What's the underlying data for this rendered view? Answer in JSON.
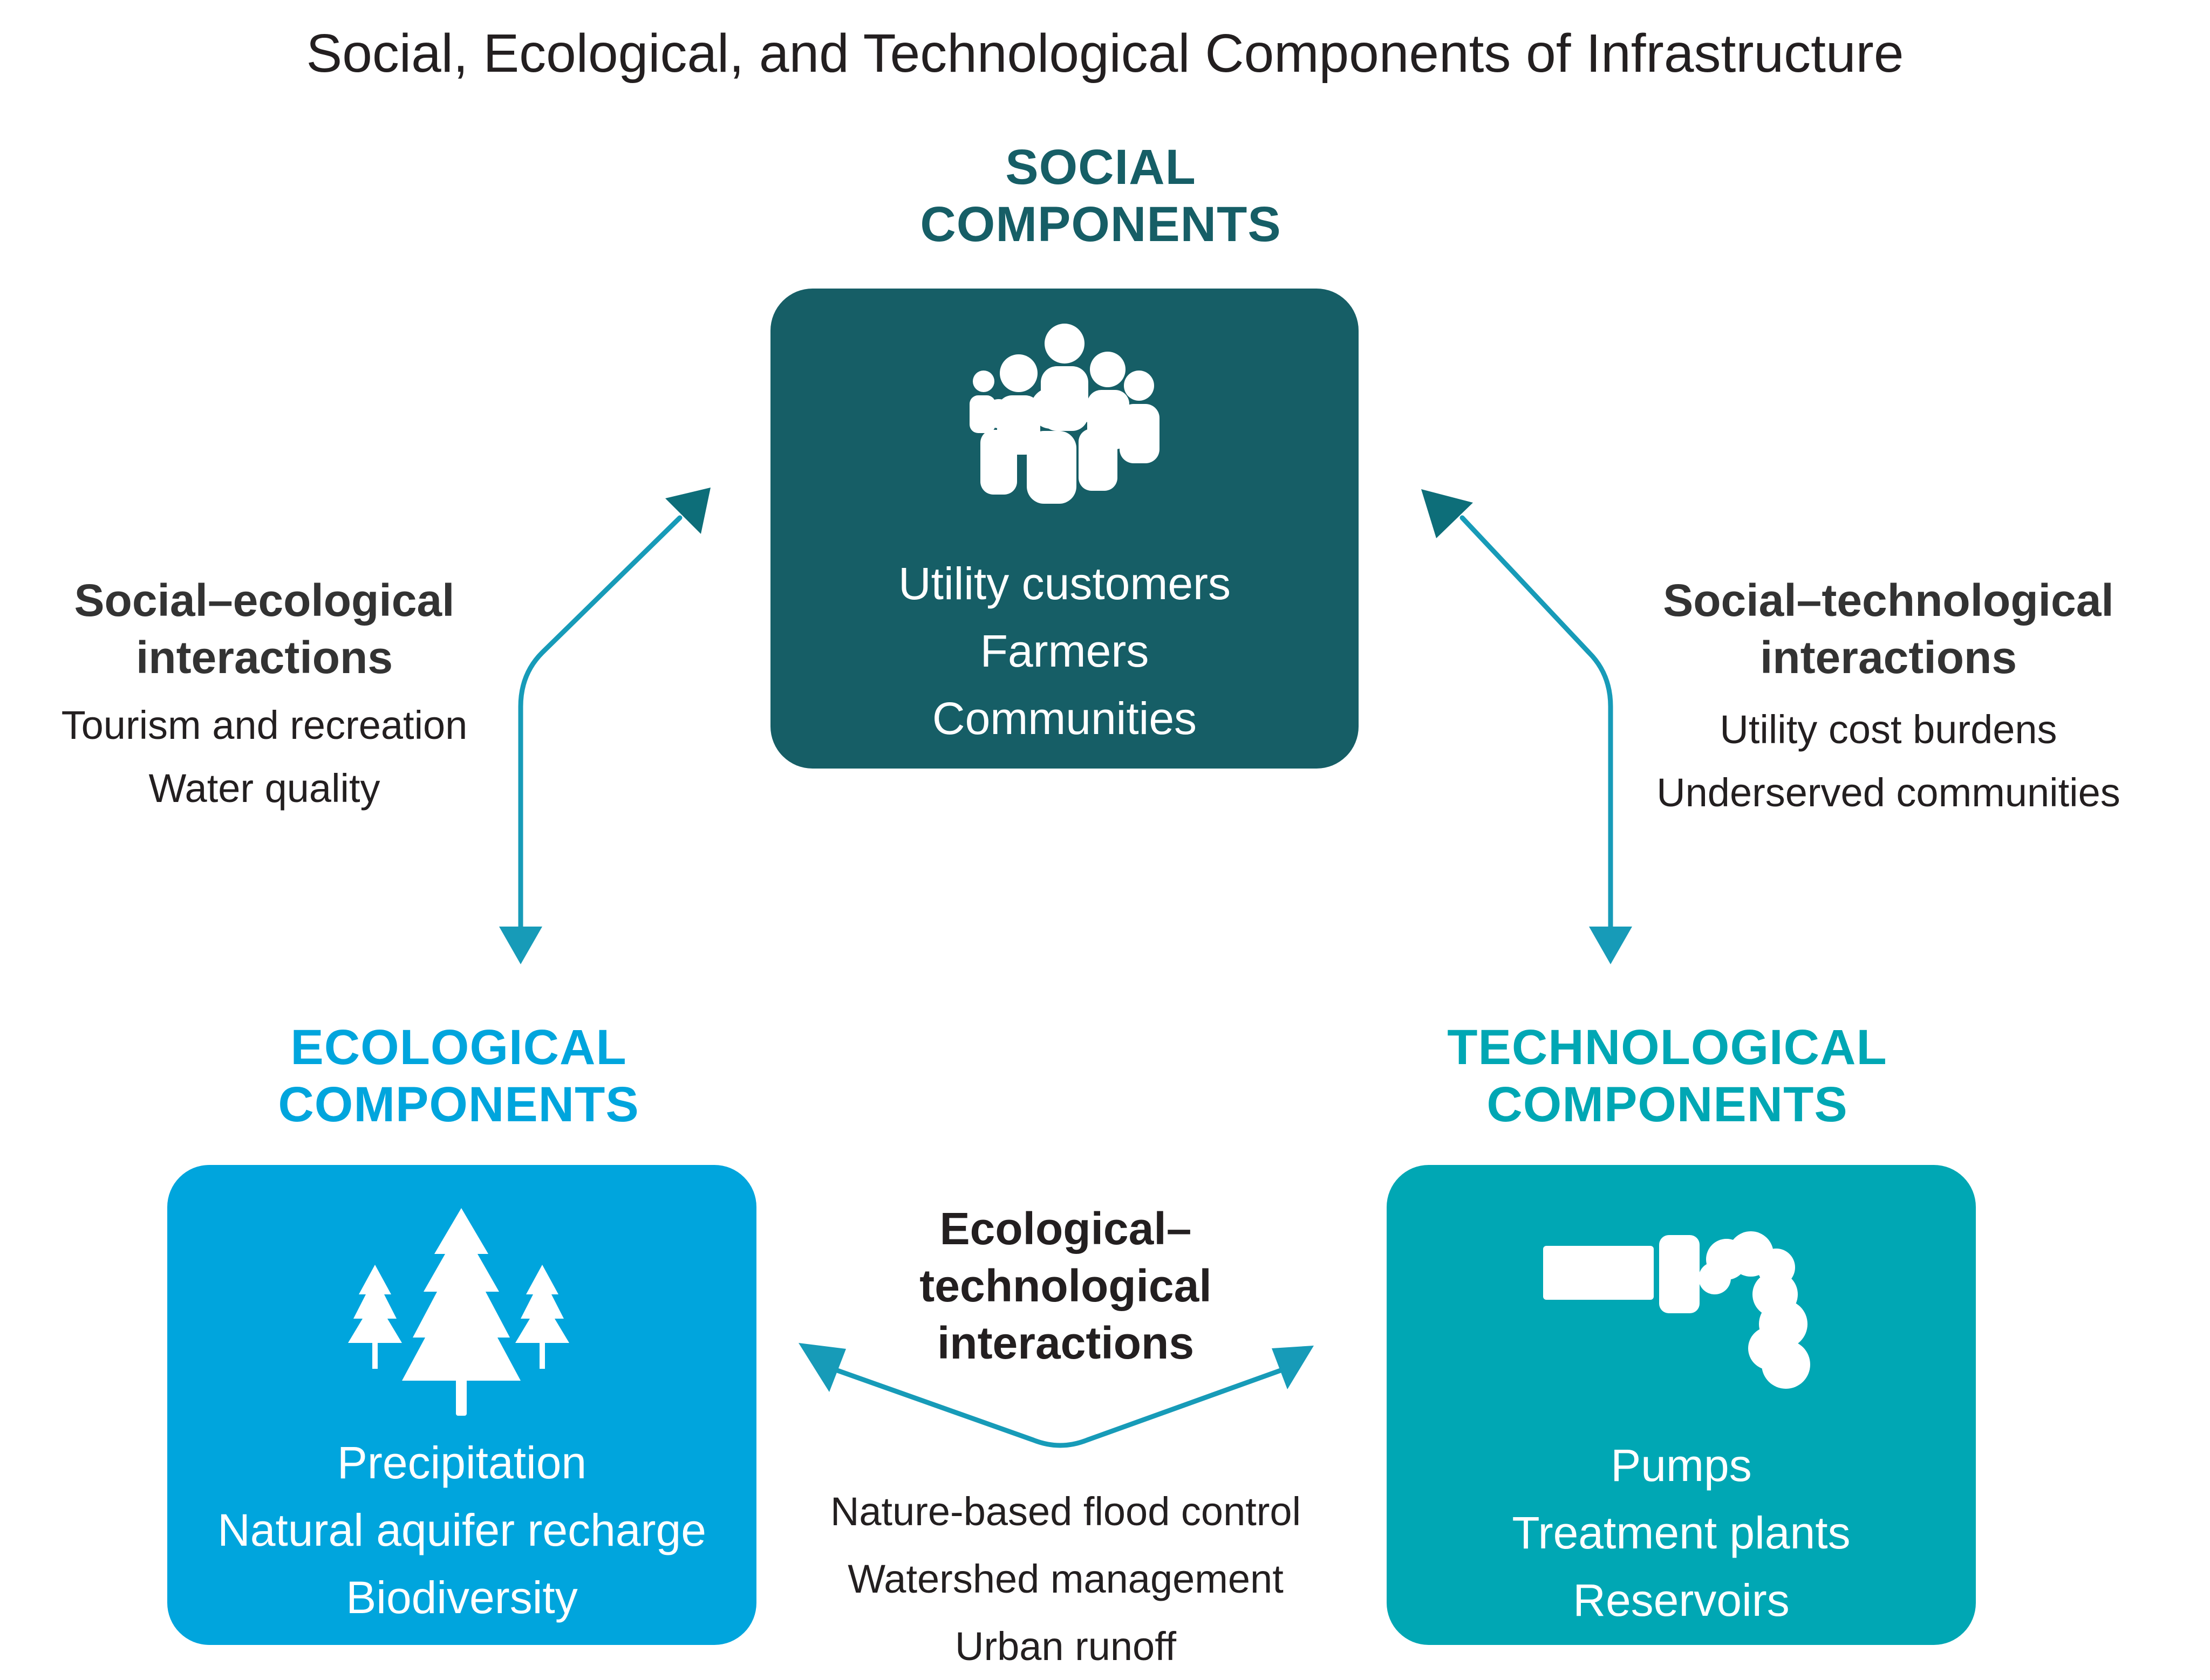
{
  "title": "Social, Ecological, and Technological Components of Infrastructure",
  "colors": {
    "social": "#165e66",
    "ecological": "#00a5dd",
    "technological": "#00a7b4",
    "arrow": "#179bb8",
    "interaction_text": "#333333"
  },
  "social": {
    "heading": [
      "SOCIAL",
      "COMPONENTS"
    ],
    "icon": "people-group-icon",
    "items": [
      "Utility customers",
      "Farmers",
      "Communities"
    ]
  },
  "ecological": {
    "heading": [
      "ECOLOGICAL",
      "COMPONENTS"
    ],
    "icon": "trees-icon",
    "items": [
      "Precipitation",
      "Natural aquifer recharge",
      "Biodiversity"
    ]
  },
  "technological": {
    "heading": [
      "TECHNOLOGICAL",
      "COMPONENTS"
    ],
    "icon": "water-pipe-icon",
    "items": [
      "Pumps",
      "Treatment plants",
      "Reservoirs"
    ]
  },
  "interactions": {
    "social_ecological": {
      "title": [
        "Social–ecological",
        "interactions"
      ],
      "items": [
        "Tourism and recreation",
        "Water quality"
      ]
    },
    "social_technological": {
      "title": [
        "Social–technological",
        "interactions"
      ],
      "items": [
        "Utility cost burdens",
        "Underserved communities"
      ]
    },
    "ecological_technological": {
      "title": [
        "Ecological–",
        "technological",
        "interactions"
      ],
      "items": [
        "Nature-based flood control",
        "Watershed management",
        "Urban runoff"
      ]
    }
  }
}
